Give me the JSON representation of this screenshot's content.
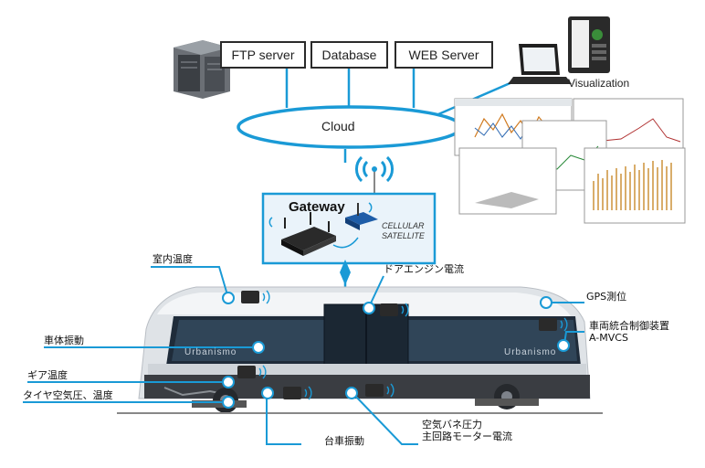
{
  "servers": {
    "ftp": "FTP server",
    "database": "Database",
    "web": "WEB Server"
  },
  "cloud_label": "Cloud",
  "visualization_label": "Visualization",
  "gateway": {
    "title": "Gateway",
    "line1": "CELLULAR",
    "line2": "SATELLITE"
  },
  "sensor_labels": {
    "room_temp": "室内温度",
    "door_engine": "ドアエンジン電流",
    "gps": "GPS測位",
    "vehicle_control_1": "車両統合制御装置",
    "vehicle_control_2": "A-MVCS",
    "body_vibration": "車体振動",
    "gear_temp": "ギア温度",
    "tire_pressure": "タイヤ空気圧、温度",
    "bogie_vibration": "台車振動",
    "air_spring_1": "空気バネ圧力",
    "air_spring_2": "主回路モーター電流"
  },
  "vehicle_brand": "Urbanismo",
  "colors": {
    "accent": "#1a9ad6",
    "connector": "#1a9ad6",
    "box_border": "#2b2b2b"
  }
}
